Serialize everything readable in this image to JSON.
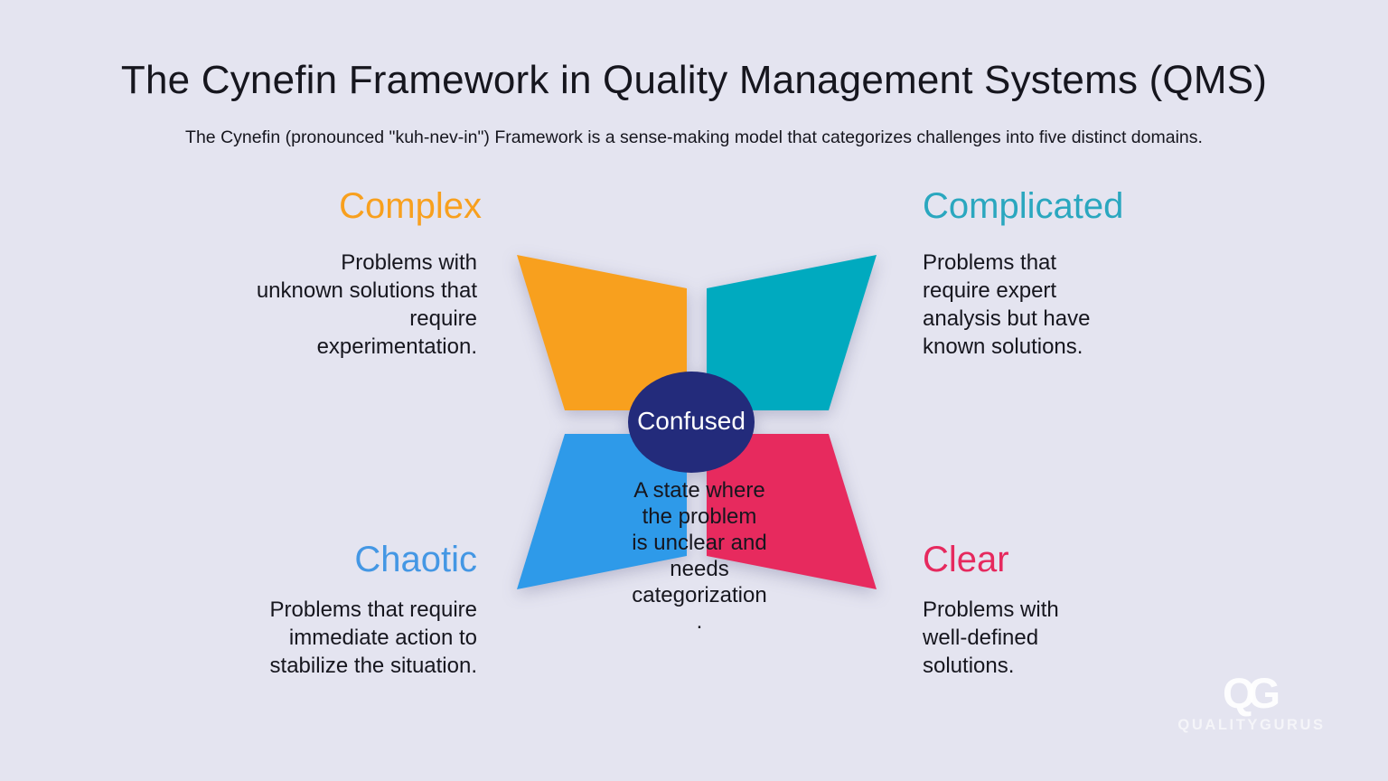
{
  "header": {
    "title": "The Cynefin Framework in Quality Management Systems (QMS)",
    "subtitle": "The Cynefin (pronounced \"kuh-nev-in\") Framework is a sense-making model that categorizes challenges into five distinct domains."
  },
  "domains": {
    "complex": {
      "label": "Complex",
      "description": "Problems with\nunknown solutions that\nrequire\nexperimentation."
    },
    "complicated": {
      "label": "Complicated",
      "description": "Problems that\nrequire expert\nanalysis but have\nknown solutions."
    },
    "chaotic": {
      "label": "Chaotic",
      "description": "Problems that require\nimmediate action to\nstabilize the situation."
    },
    "clear": {
      "label": "Clear",
      "description": "Problems with\nwell-defined\nsolutions."
    },
    "confused": {
      "label": "Confused",
      "description": "A state where\nthe problem\nis unclear and\nneeds\ncategorization\n."
    }
  },
  "colors": {
    "background": "#E4E4F0",
    "complex_shape": "#F8A01E",
    "complicated_shape": "#00AABF",
    "chaotic_shape": "#2E9AE9",
    "clear_shape": "#E72A5E",
    "confused_shape": "#232B7B",
    "complex_label": "#F8A01E",
    "complicated_label": "#2AA7BF",
    "chaotic_label": "#4497E4",
    "clear_label": "#E6295E",
    "confused_label": "#FFFFFF",
    "body_text": "#16161E"
  },
  "logo": {
    "monogram": "QG",
    "wordmark": "QUALITYGURUS"
  }
}
